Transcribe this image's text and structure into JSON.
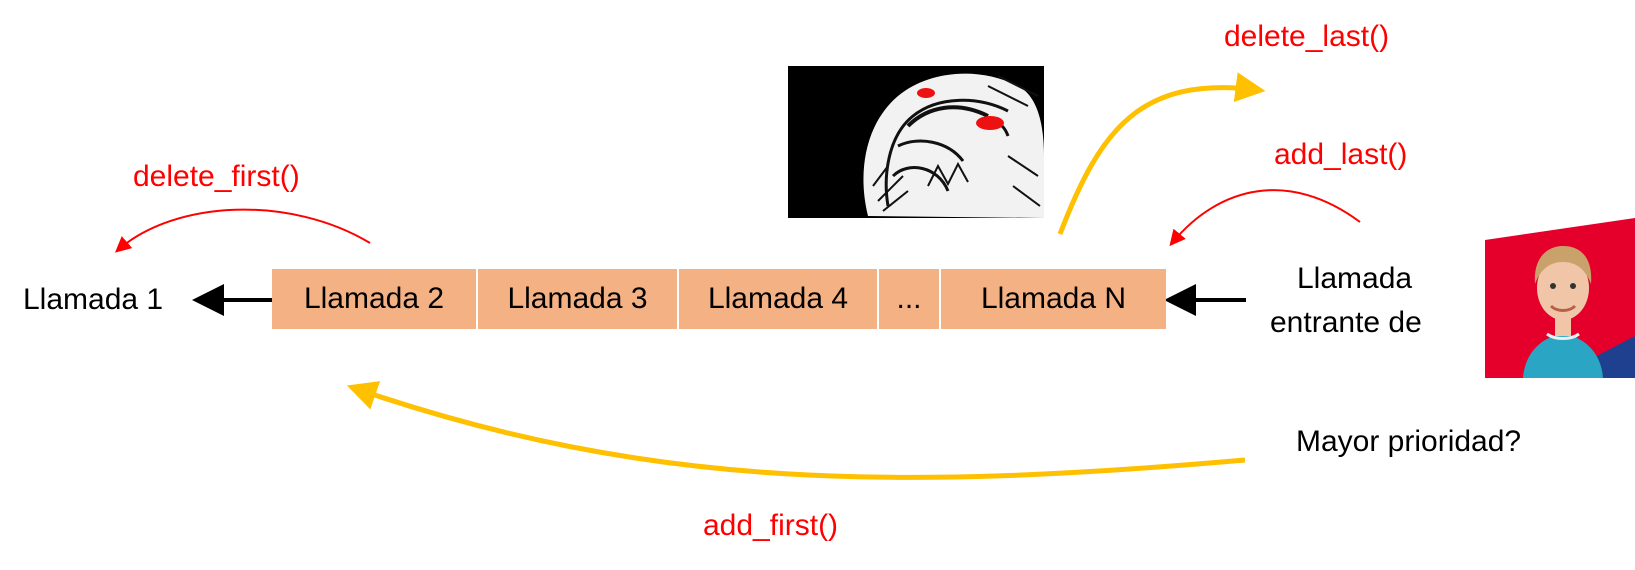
{
  "colors": {
    "cell": "#f4b183",
    "method": "#ff0000",
    "curve_red": "#ff0000",
    "curve_yellow": "#ffc000",
    "arrow_black": "#000000"
  },
  "outgoing_call": "Llamada 1",
  "queue_cells": [
    "Llamada 2",
    "Llamada 3",
    "Llamada 4",
    "...",
    "Llamada N"
  ],
  "incoming": {
    "line1": "Llamada",
    "line2": "entrante de"
  },
  "priority_question": "Mayor prioridad?",
  "methods": {
    "delete_first": "delete_first()",
    "delete_last": "delete_last()",
    "add_last": "add_last()",
    "add_first": "add_first()"
  },
  "images": {
    "meme": "rage-face-image",
    "photo": "caller-portrait-photo"
  }
}
